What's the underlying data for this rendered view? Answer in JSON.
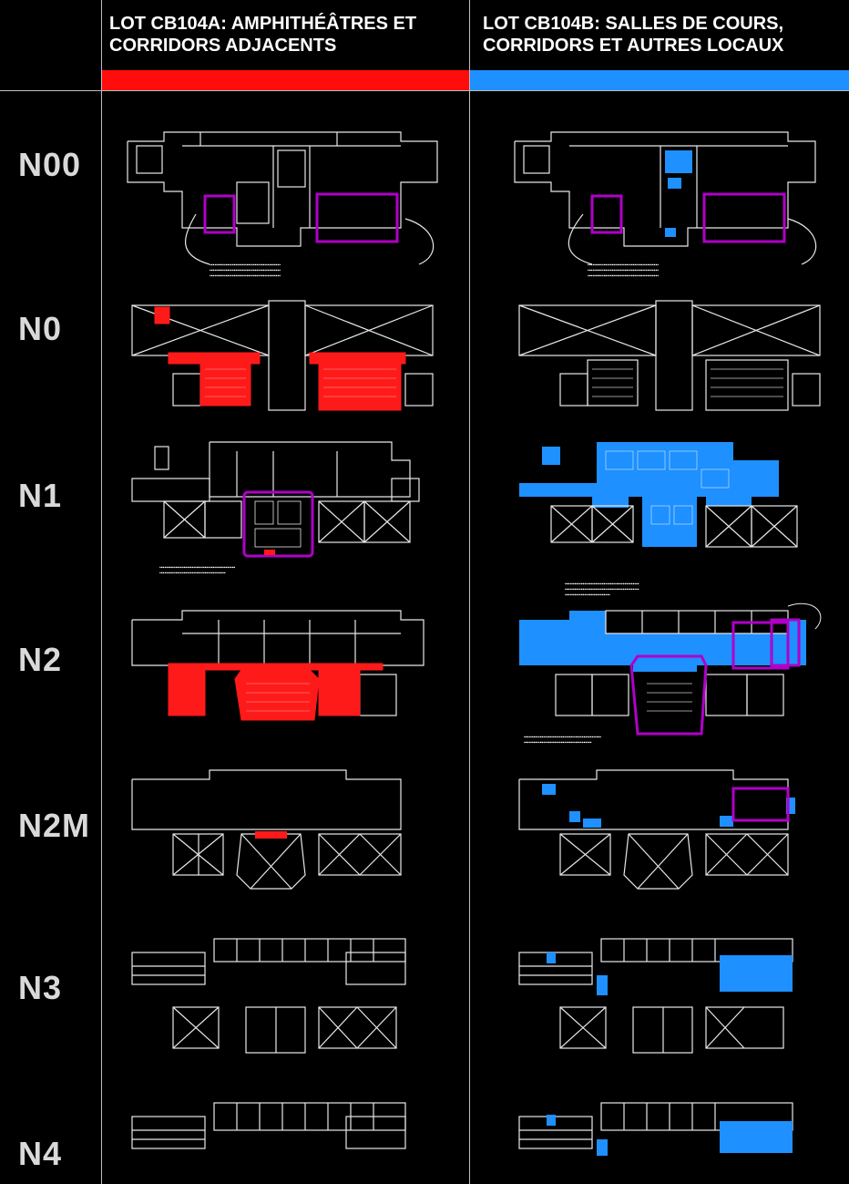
{
  "header": {
    "col_a_title": "LOT CB104A: AMPHITHÉÂTRES ET\nCORRIDORS ADJACENTS",
    "col_b_title": "LOT CB104B: SALLES DE COURS,\nCORRIDORS ET AUTRES LOCAUX"
  },
  "colors": {
    "lot_a": "#ff1a1a",
    "lot_b": "#1e90ff",
    "zone": "#b000c8",
    "line": "#e8e8e8"
  },
  "levels": [
    {
      "id": "N00",
      "label": "N00"
    },
    {
      "id": "N0",
      "label": "N0"
    },
    {
      "id": "N1",
      "label": "N1"
    },
    {
      "id": "N2",
      "label": "N2"
    },
    {
      "id": "N2M",
      "label": "N2M"
    },
    {
      "id": "N3",
      "label": "N3"
    },
    {
      "id": "N4",
      "label": "N4"
    }
  ]
}
